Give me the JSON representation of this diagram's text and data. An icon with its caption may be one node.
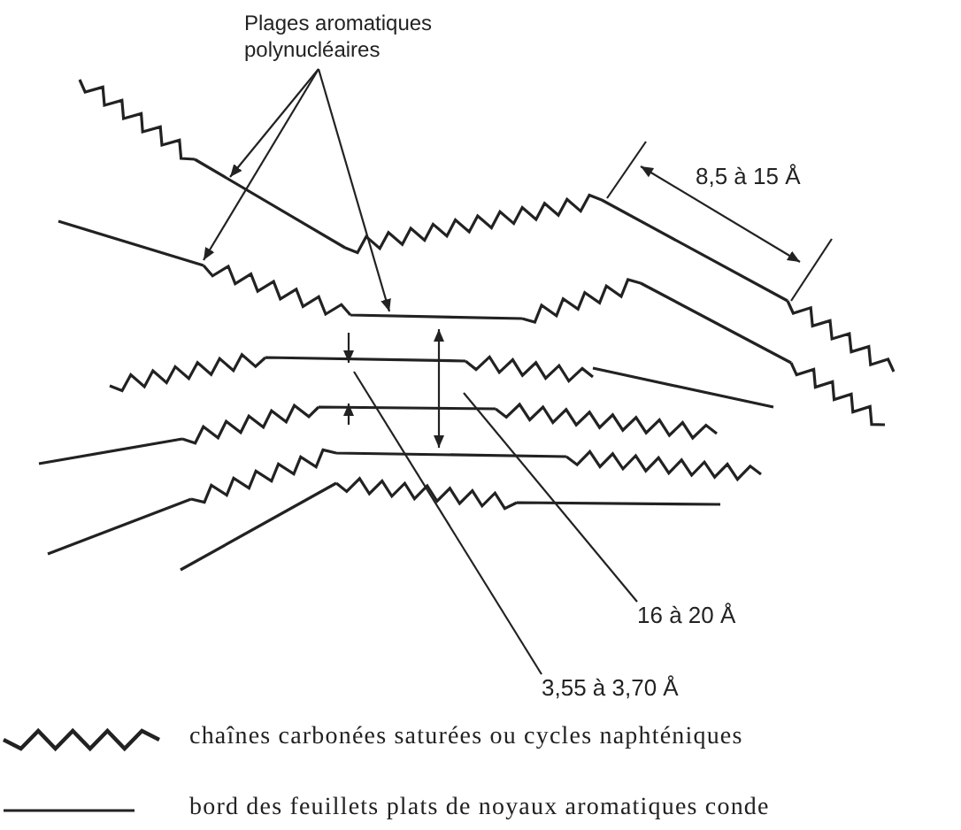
{
  "diagram": {
    "nodes": [
      {
        "text": [
          "Plages aromatiques polynucléaires"
        ]
      },
      {
        "text": [
          "16 à 20 Å"
        ]
      },
      {
        "text": [
          "3,55 à 3,70 Å"
        ]
      }
    ],
    "edges": [
      {
        "from": 0,
        "to": null,
        "arrow": "to"
      },
      {
        "from": 0,
        "to": null,
        "arrow": "to"
      },
      {
        "from": 0,
        "to": null,
        "arrow": "to"
      },
      {
        "from": 1,
        "to": null,
        "arrow": "none"
      },
      {
        "from": 2,
        "to": null,
        "arrow": "none"
      }
    ],
    "labels": [
      "8,5 à 15 Å"
    ],
    "legend": [
      {
        "text": "chaînes carbonées saturées ou cycles naphténiques"
      },
      {
        "text": "bord des feuillets plats de noyaux aromatiques conde"
      }
    ]
  }
}
